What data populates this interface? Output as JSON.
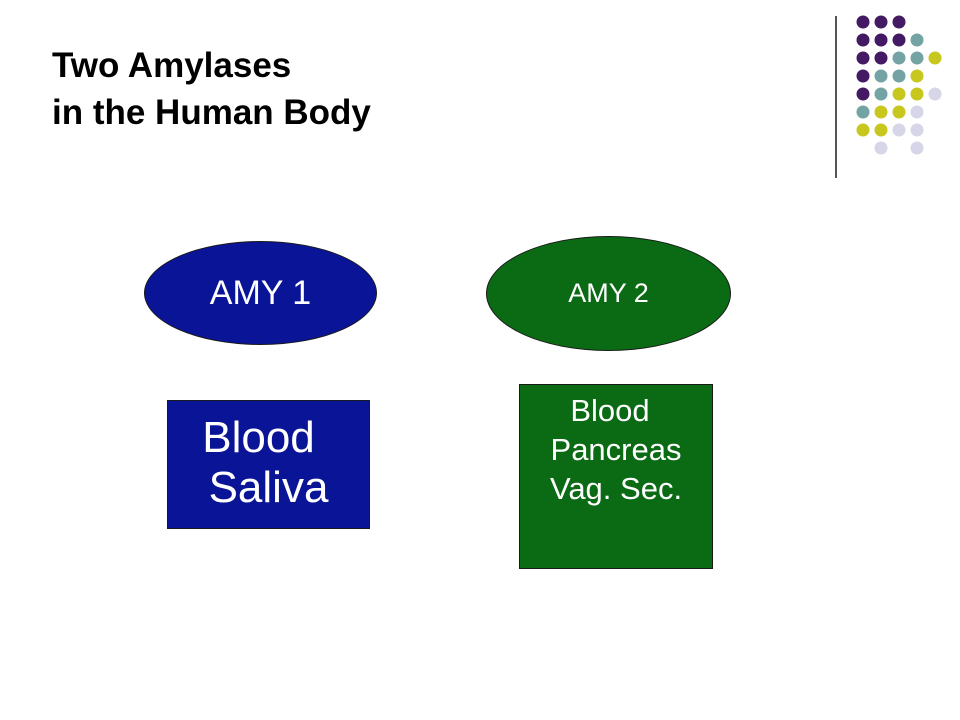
{
  "title": {
    "line1": "Two Amylases",
    "line2": "in the Human Body"
  },
  "colors": {
    "amy1": "#0a1496",
    "amy2": "#0a6b14",
    "dot_purple": "#431a63",
    "dot_teal": "#74a3a3",
    "dot_olive": "#c7c71e",
    "dot_lavender": "#d6d6e8"
  },
  "decoration": {
    "dot_grid": [
      [
        "",
        "purple",
        "purple",
        "purple",
        "",
        ""
      ],
      [
        "",
        "purple",
        "purple",
        "purple",
        "teal",
        ""
      ],
      [
        "",
        "purple",
        "purple",
        "teal",
        "teal",
        "olive"
      ],
      [
        "",
        "purple",
        "teal",
        "teal",
        "olive",
        ""
      ],
      [
        "",
        "purple",
        "teal",
        "olive",
        "olive",
        "lavender"
      ],
      [
        "",
        "teal",
        "olive",
        "olive",
        "lavender",
        ""
      ],
      [
        "",
        "olive",
        "olive",
        "lavender",
        "lavender",
        ""
      ],
      [
        "",
        "",
        "lavender",
        "",
        "lavender",
        ""
      ]
    ]
  },
  "diagram": {
    "amy1": {
      "label": "AMY 1",
      "sources": [
        "Blood",
        "Saliva"
      ]
    },
    "amy2": {
      "label": "AMY 2",
      "sources": [
        "Blood",
        "Pancreas",
        "Vag. Sec."
      ]
    }
  }
}
